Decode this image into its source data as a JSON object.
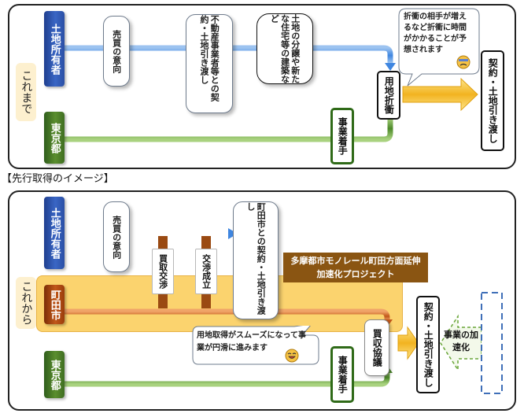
{
  "top_panel": {
    "era_label": "これまで",
    "actor_owner": "土地所有者",
    "actor_tokyo": "東京都",
    "step_sale_intent": "売買の意向",
    "step_contract_developer": "不動産事業者等との契約・土地引き渡し",
    "step_subdivision": "土地の分譲や新たな住宅等の建築など",
    "step_negotiation": "用地折衝",
    "step_project_start": "事業着手",
    "step_handover": "契約・土地引き渡し",
    "note_delay": "折衝の相手が増えるなど折衝に時間がかかることが予想されます"
  },
  "section_title": "【先行取得のイメージ】",
  "bottom_panel": {
    "era_label": "これから",
    "actor_owner": "土地所有者",
    "actor_machida": "町田市",
    "actor_tokyo": "東京都",
    "step_sale_intent": "売買の意向",
    "step_purchase_negotiation": "買取交渉",
    "step_agreement": "交渉成立",
    "step_contract_machida": "町田市との契約・土地引き渡し",
    "project_banner_line1": "多摩都市モノレール町田方面延伸",
    "project_banner_line2": "加速化プロジェクト",
    "step_acquisition": "買収協議",
    "step_project_start": "事業着手",
    "step_handover": "契約・土地引き渡し",
    "acceleration": "事業の加速化",
    "note_smooth": "用地取得がスムーズになって事業が円滑に進みます"
  },
  "colors": {
    "blue": "#3a66c5",
    "green": "#5b8e2e",
    "orange": "#c2581a",
    "gold": "#f5b92e",
    "banner": "#8a5512"
  }
}
